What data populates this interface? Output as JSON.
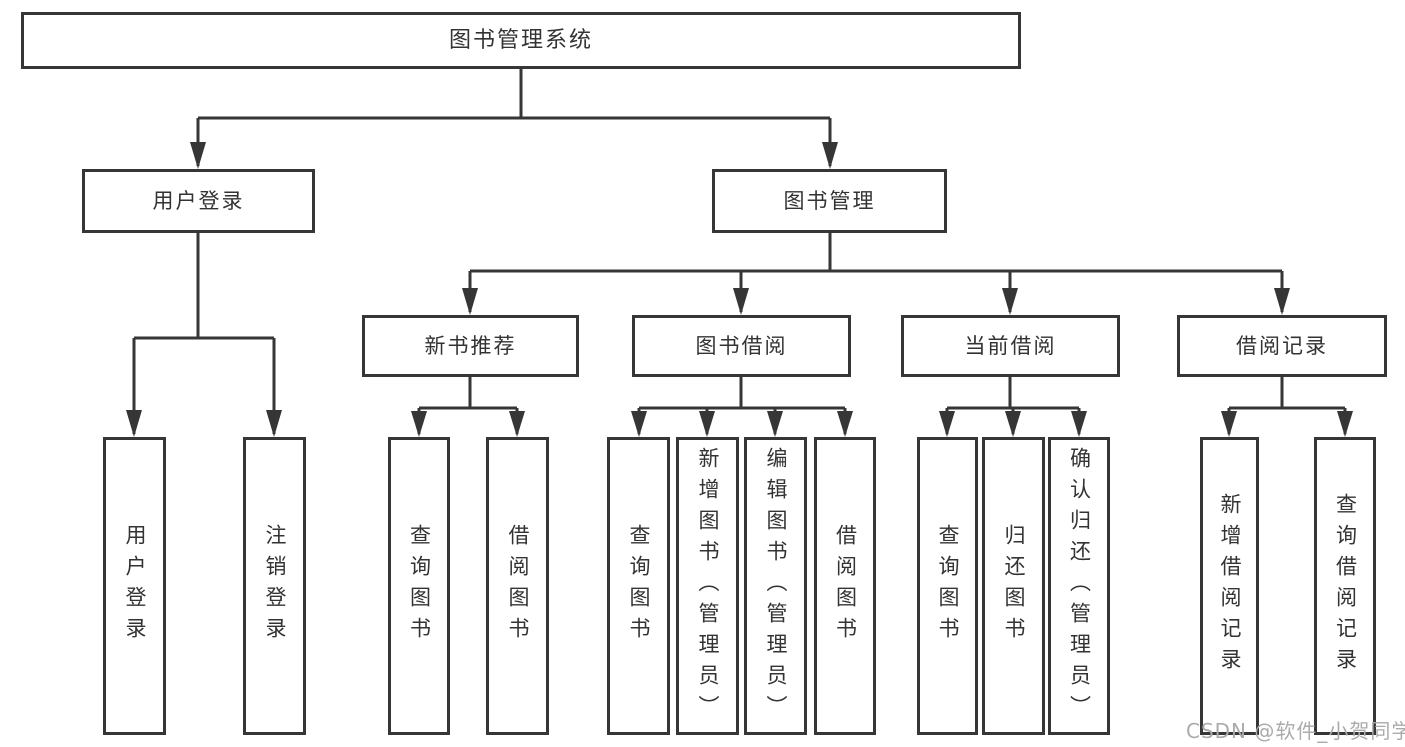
{
  "colors": {
    "line": "#363636",
    "box_border": "#363636",
    "text": "#333333",
    "watermark": "#ababab",
    "background": "#ffffff"
  },
  "watermark": {
    "text": "CSDN @软件_小贺同学"
  },
  "tree": {
    "label": "图书管理系统",
    "children": [
      {
        "label": "用户登录",
        "children": [
          {
            "label": "用户登录"
          },
          {
            "label": "注销登录"
          }
        ]
      },
      {
        "label": "图书管理",
        "children": [
          {
            "label": "新书推荐",
            "children": [
              {
                "label": "查询图书"
              },
              {
                "label": "借阅图书"
              }
            ]
          },
          {
            "label": "图书借阅",
            "children": [
              {
                "label": "查询图书"
              },
              {
                "label": "新增图书（管理员）"
              },
              {
                "label": "编辑图书（管理员）"
              },
              {
                "label": "借阅图书"
              }
            ]
          },
          {
            "label": "当前借阅",
            "children": [
              {
                "label": "查询图书"
              },
              {
                "label": "归还图书"
              },
              {
                "label": "确认归还（管理员）"
              }
            ]
          },
          {
            "label": "借阅记录",
            "children": [
              {
                "label": "新增借阅记录"
              },
              {
                "label": "查询借阅记录"
              }
            ]
          }
        ]
      }
    ]
  }
}
